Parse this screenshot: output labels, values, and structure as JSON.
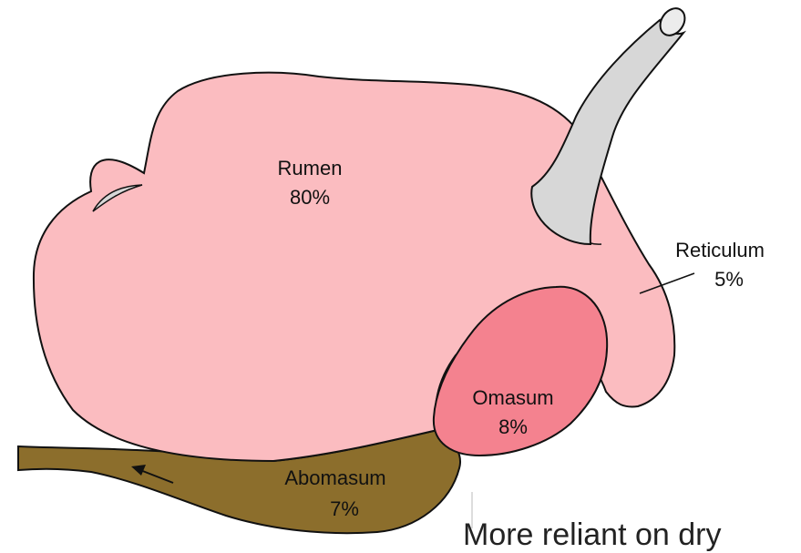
{
  "colors": {
    "rumen_fill": "#fbbcc0",
    "omasum_fill": "#f4828f",
    "abomasum_fill": "#8c6e2c",
    "esophagus_fill": "#d7d7d7",
    "outline": "#111111"
  },
  "labels": {
    "rumen": {
      "name": "Rumen",
      "percent": "80%"
    },
    "reticulum": {
      "name": "Reticulum",
      "percent": "5%"
    },
    "omasum": {
      "name": "Omasum",
      "percent": "8%"
    },
    "abomasum": {
      "name": "Abomasum",
      "percent": "7%"
    }
  },
  "caption": "More reliant on dry"
}
